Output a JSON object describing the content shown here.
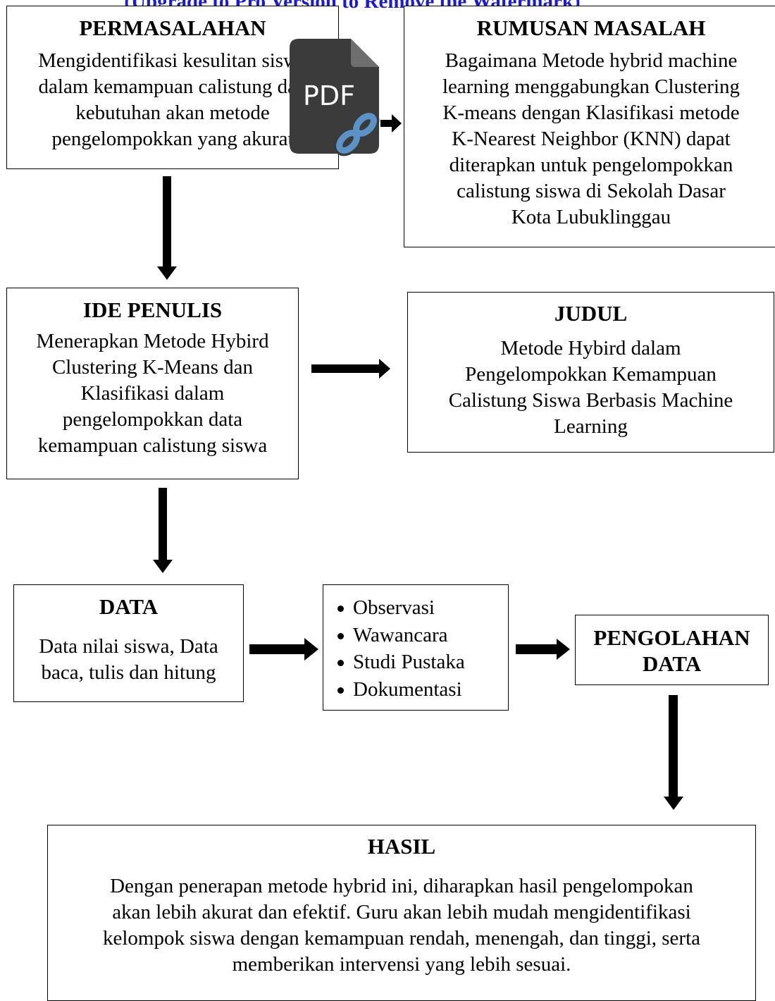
{
  "watermark": "(Upgrade to Pro Version to Remove the Watermark)",
  "pdf_badge": "PDF",
  "permasalahan": {
    "title": "PERMASALAHAN",
    "body": "Mengidentifikasi kesulitan siswa\ndalam kemampuan calistung dan\nkebutuhan akan metode\npengelompokkan yang akurat"
  },
  "rumusan_masalah": {
    "title": "RUMUSAN MASALAH",
    "body": "Bagaimana Metode hybrid machine\nlearning menggabungkan Clustering\nK-means dengan Klasifikasi metode\nK-Nearest Neighbor (KNN) dapat\nditerapkan untuk pengelompokkan\ncalistung siswa di Sekolah Dasar\nKota Lubuklinggau"
  },
  "ide_penulis": {
    "title": "IDE PENULIS",
    "body": "Menerapkan Metode Hybird\nClustering K-Means dan\nKlasifikasi dalam\npengelompokkan  data\nkemampuan calistung siswa"
  },
  "judul": {
    "title": "JUDUL",
    "body": "Metode Hybird dalam\nPengelompokkan Kemampuan\nCalistung Siswa Berbasis Machine\nLearning"
  },
  "data": {
    "title": "DATA",
    "body": "Data nilai siswa, Data\nbaca, tulis dan hitung"
  },
  "metode_pengumpulan": {
    "items": [
      "Observasi",
      "Wawancara",
      "Studi Pustaka",
      "Dokumentasi"
    ]
  },
  "pengolahan_data": {
    "title": "PENGOLAHAN\nDATA"
  },
  "hasil": {
    "title": "HASIL",
    "body": "Dengan penerapan metode hybrid ini, diharapkan hasil pengelompokan\nakan lebih akurat dan efektif. Guru akan lebih mudah mengidentifikasi\nkelompok siswa dengan kemampuan rendah, menengah, dan tinggi, serta\nmemberikan intervensi yang lebih sesuai."
  },
  "colors": {
    "watermark": "#1a1adc",
    "pdf_icon_body": "#3b3b3b",
    "pdf_icon_fold": "#6e6e6e",
    "link_icon": "#5b93c7",
    "stroke": "#000000"
  }
}
